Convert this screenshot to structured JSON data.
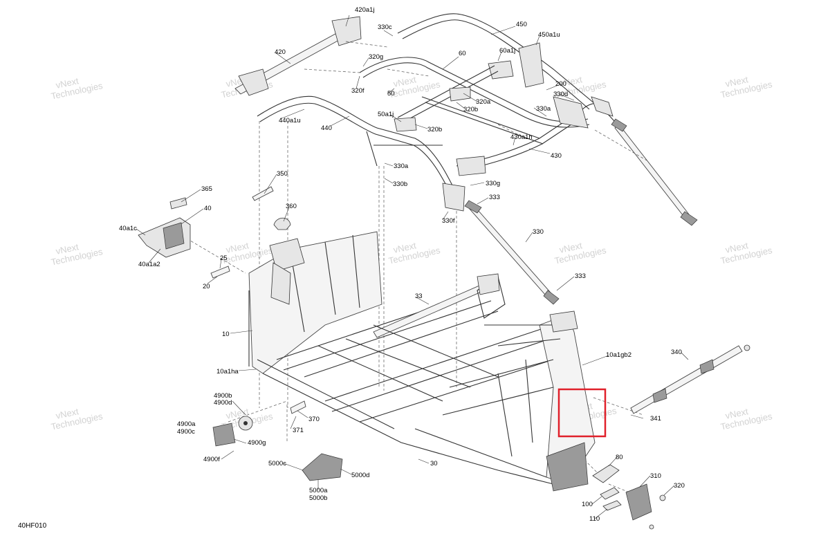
{
  "diagram_code": "40HF010",
  "watermark": {
    "line1": "vNext",
    "line2": "Technologies",
    "inline": "vNext Technologies"
  },
  "highlight_color": "#e0202a",
  "labels": {
    "l420a1j": "420a1j",
    "l330c": "330c",
    "l450": "450",
    "l450a1u": "450a1u",
    "l420": "420",
    "l60": "60",
    "l60a1j": "60a1j",
    "l320g": "320g",
    "l50": "50",
    "l320f": "320f",
    "l200": "200",
    "l330d": "330d",
    "l320a": "320a",
    "l320b": "320b",
    "l50a1j": "50a1j",
    "l320b2": "320b",
    "l330a": "330a",
    "l440a1u": "440a1u",
    "l440": "440",
    "l430a1h": "430a1h",
    "l430": "430",
    "l330a2": "330a",
    "l330b": "330b",
    "l330g": "330g",
    "l350": "350",
    "l333": "333",
    "l365": "365",
    "l40": "40",
    "l360": "360",
    "l330f": "330f",
    "l330": "330",
    "l40a1c": "40a1c",
    "l40a1a2": "40a1a2",
    "l25": "25",
    "l20": "20",
    "l333b": "333",
    "l33": "33",
    "l10": "10",
    "l10a1gb2": "10a1gb2",
    "l340": "340",
    "l10a1ha": "10a1ha",
    "l4900b": "4900b",
    "l4900d": "4900d",
    "l4900a": "4900a",
    "l4900c": "4900c",
    "l370": "370",
    "l341": "341",
    "l4900g": "4900g",
    "l371": "371",
    "l4900f": "4900f",
    "l5000c": "5000c",
    "l30": "30",
    "l80": "80",
    "l5000d": "5000d",
    "l310": "310",
    "l320": "320",
    "l5000a": "5000a",
    "l5000b": "5000b",
    "l100": "100",
    "l110": "110"
  }
}
